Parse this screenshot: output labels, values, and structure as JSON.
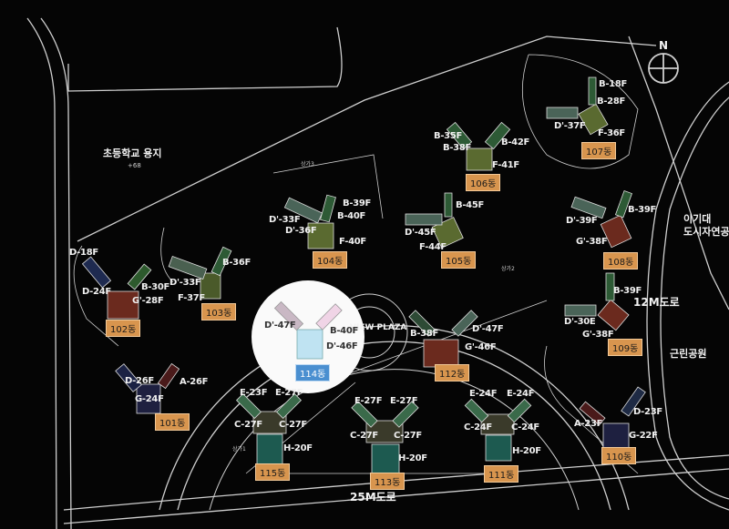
{
  "map": {
    "labels": {
      "school_site": "초등학교 용지",
      "school_elevation": "+68",
      "view_plaza": "VIEW PLAZA",
      "road_25m": "25M도로",
      "road_12m": "12M도로",
      "neighborhood_park": "근린공원",
      "park_line1": "이기대",
      "park_line2": "도시자연공원",
      "north": "N",
      "shop1": "상가1",
      "shop2": "상가2",
      "shop3": "상가3"
    },
    "colors": {
      "dong_label": "#d8954e",
      "highlight_label": "#4a8fd0",
      "background": "#050505",
      "lines": "#d0d0d0"
    },
    "buildings": [
      {
        "label": "101동",
        "floors": [
          "D-26F",
          "A-26F",
          "G-24F"
        ]
      },
      {
        "label": "102동",
        "floors": [
          "D-18F",
          "D-24F",
          "B-30F",
          "G'-28F"
        ]
      },
      {
        "label": "103동",
        "floors": [
          "B-36F",
          "D'-33F",
          "F-37F"
        ]
      },
      {
        "label": "104동",
        "floors": [
          "D'-33F",
          "D'-36F",
          "B-39F",
          "B-40F",
          "F-40F"
        ]
      },
      {
        "label": "105동",
        "floors": [
          "B-45F",
          "D'-45F",
          "F-44F"
        ]
      },
      {
        "label": "106동",
        "floors": [
          "B-35F",
          "B-38F",
          "B-42F",
          "F-41F"
        ]
      },
      {
        "label": "107동",
        "floors": [
          "B-18F",
          "B-28F",
          "D'-37F",
          "F-36F"
        ]
      },
      {
        "label": "108동",
        "floors": [
          "B-39F",
          "D'-39F",
          "G'-38F"
        ]
      },
      {
        "label": "109동",
        "floors": [
          "B-39F",
          "D'-30E",
          "G'-38F"
        ]
      },
      {
        "label": "110동",
        "floors": [
          "D-23F",
          "A-23F",
          "G-22F"
        ]
      },
      {
        "label": "111동",
        "floors": [
          "E-24F",
          "E-24F",
          "C-24F",
          "C-24F",
          "H-20F"
        ]
      },
      {
        "label": "112동",
        "floors": [
          "B-38F",
          "D'-47F",
          "G'-46F"
        ]
      },
      {
        "label": "113동",
        "floors": [
          "E-27F",
          "E-27F",
          "C-27F",
          "C-27F",
          "H-20F"
        ]
      },
      {
        "label": "114동",
        "floors": [
          "D'-47F",
          "B-40F",
          "D'-46F"
        ]
      },
      {
        "label": "115동",
        "floors": [
          "E-23F",
          "E-27F",
          "C-27F",
          "C-27F",
          "H-20F"
        ]
      }
    ]
  }
}
